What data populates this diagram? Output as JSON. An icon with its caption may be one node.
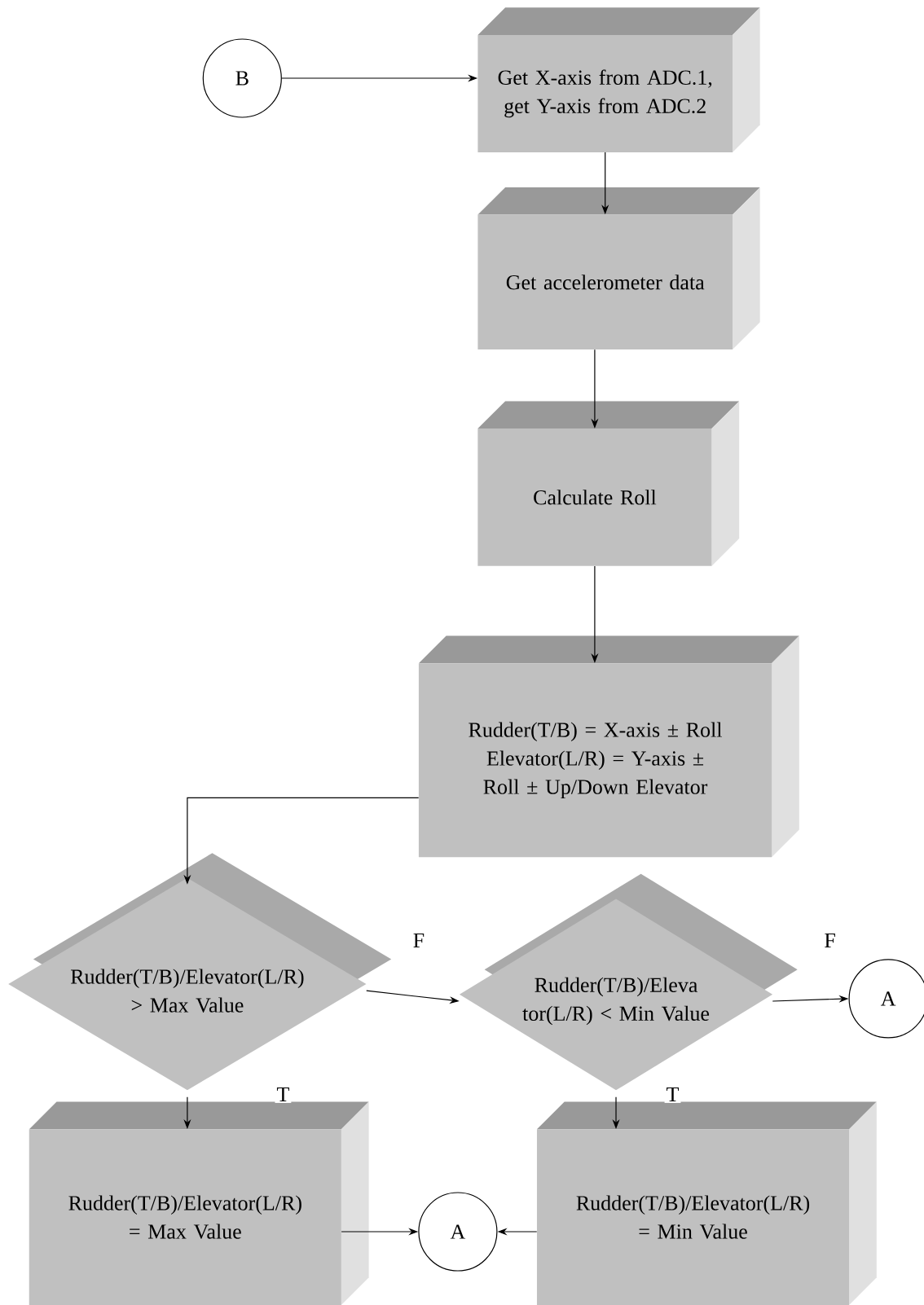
{
  "diagram": {
    "nodes": [
      {
        "text": [
          "B"
        ]
      },
      {
        "text": [
          "Get X-axis from ADC.1, get Y-axis from ADC.2"
        ]
      },
      {
        "text": [
          "Get accelerometer data"
        ]
      },
      {
        "text": [
          "Calculate Roll"
        ]
      },
      {
        "text": [
          "Rudder(T/B) = X-axis ± Roll",
          "Elevator(L/R) = Y-axis ± Roll ± Up/Down Elevator"
        ]
      },
      {
        "text": [
          "Rudder(T/B)/Elevator(L/R) > Max Value"
        ]
      },
      {
        "text": [
          "Rudder(T/B)/Eleva tor(L/R) < Min Value"
        ]
      },
      {
        "text": [
          "A"
        ]
      },
      {
        "text": [
          "Rudder(T/B)/Elevator(L/R) = Max Value"
        ]
      },
      {
        "text": [
          "A"
        ]
      },
      {
        "text": [
          "Rudder(T/B)/Elevator(L/R) = Min Value"
        ]
      }
    ],
    "edges": [
      {
        "from": 0,
        "to": 1,
        "arrow": "to"
      },
      {
        "from": 1,
        "to": 2,
        "arrow": "to"
      },
      {
        "from": 2,
        "to": 3,
        "arrow": "to"
      },
      {
        "from": 3,
        "to": 4,
        "arrow": "to"
      },
      {
        "from": 4,
        "to": 5,
        "arrow": "to"
      },
      {
        "from": 5,
        "to": 6,
        "arrow": "to",
        "label": "F"
      },
      {
        "from": 6,
        "to": 7,
        "arrow": "to",
        "label": "F"
      },
      {
        "from": 5,
        "to": 8,
        "arrow": "to",
        "label": "T"
      },
      {
        "from": 6,
        "to": 10,
        "arrow": "to",
        "label": "T"
      },
      {
        "from": 8,
        "to": 9,
        "arrow": "to"
      },
      {
        "from": 10,
        "to": 9,
        "arrow": "to"
      }
    ]
  }
}
